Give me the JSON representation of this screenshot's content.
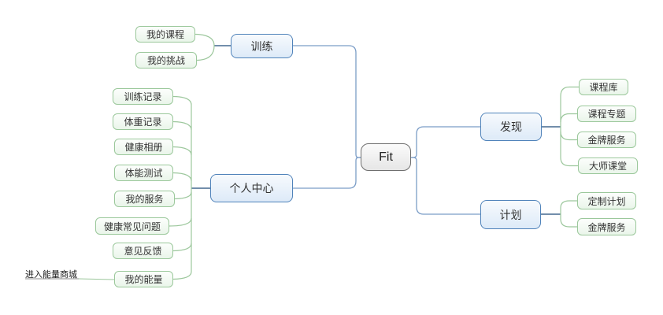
{
  "root": {
    "label": "Fit"
  },
  "branches": [
    {
      "label": "训练",
      "children": [
        {
          "label": "我的课程"
        },
        {
          "label": "我的挑战"
        }
      ]
    },
    {
      "label": "个人中心",
      "children": [
        {
          "label": "训练记录"
        },
        {
          "label": "体重记录"
        },
        {
          "label": "健康相册"
        },
        {
          "label": "体能测试"
        },
        {
          "label": "我的服务"
        },
        {
          "label": "健康常见问题"
        },
        {
          "label": "意见反馈"
        },
        {
          "label": "我的能量"
        }
      ]
    },
    {
      "label": "发现",
      "children": [
        {
          "label": "课程库"
        },
        {
          "label": "课程专题"
        },
        {
          "label": "金牌服务"
        },
        {
          "label": "大师课堂"
        }
      ]
    },
    {
      "label": "计划",
      "children": [
        {
          "label": "定制计划"
        },
        {
          "label": "金牌服务"
        }
      ]
    }
  ],
  "callout": {
    "label": "进入能量商城"
  },
  "colors": {
    "leaf_border": "#9bc89b",
    "leaf_fill": "#eaf5ea",
    "branch_border": "#5083ba",
    "branch_fill": "#ddeaf8",
    "root_border": "#6f6f6f",
    "root_fill": "#e6e6e6",
    "connector_blue": "#7b9dc7",
    "connector_blue_dark": "#44688f",
    "connector_green": "#9cc79c",
    "callout_line_gray": "#8c8c8c",
    "background": "#ffffff"
  }
}
